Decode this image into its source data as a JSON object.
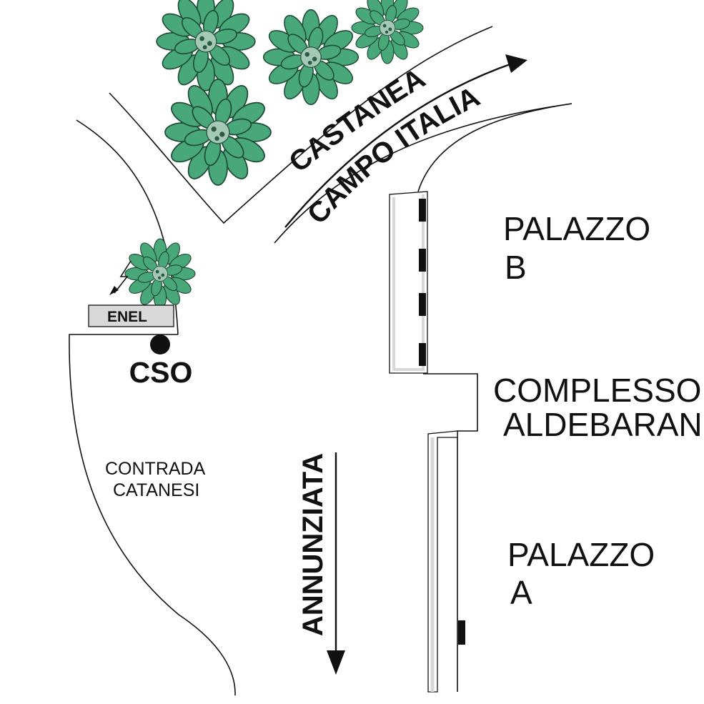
{
  "map": {
    "streets": {
      "castanea": "CASTANEA",
      "campo_italia": "CAMPO ITALIA",
      "annunziata": "ANNUNZIATA"
    },
    "buildings": {
      "palazzo_b": [
        "PALAZZO",
        "B"
      ],
      "complesso": [
        "COMPLESSO",
        "ALDEBARAN"
      ],
      "palazzo_a": [
        "PALAZZO",
        "A"
      ]
    },
    "district": [
      "CONTRADA",
      "CATANESI"
    ],
    "poi": {
      "enel": "ENEL",
      "cso": "CSO"
    },
    "icons": [
      "tree-icon",
      "lightning-icon",
      "location-dot-icon",
      "direction-arrow-icon"
    ],
    "colors": {
      "tree_fill": "#49a87a",
      "tree_outline": "#1e4a36",
      "enel_box": "#d9d9d9",
      "line": "#111111",
      "sidewalk": "#d8d8d8"
    }
  }
}
